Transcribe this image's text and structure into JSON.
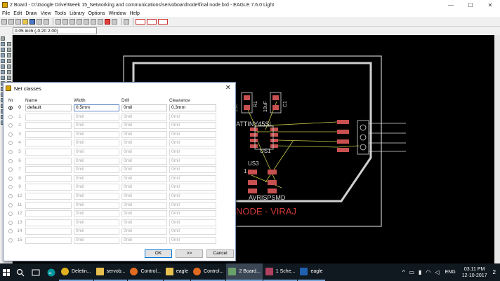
{
  "window": {
    "title": "2 Board - D:\\Google Drive\\Week 15_Networking and communications\\servoboardnode\\final node.brd - EAGLE 7.6.0 Light",
    "minimize": "—",
    "maximize": "☐",
    "close": "✕"
  },
  "menu": [
    "File",
    "Edit",
    "Draw",
    "View",
    "Tools",
    "Library",
    "Options",
    "Window",
    "Help"
  ],
  "coordinate_readout": "0.05 inch (-0.20 2.00)",
  "board": {
    "labels": {
      "r1_val": "10k",
      "r1": "R1",
      "c1_val": "10uF",
      "c1": "C1",
      "attiny": "ATTINY45SI",
      "us1": "US1",
      "us3": "US3",
      "pin1": "1",
      "avrisp": "AVRISPSMD",
      "board_text": "NODE - VIRAJ"
    }
  },
  "dialog": {
    "title": "Net classes",
    "close": "✕",
    "columns": {
      "nr": "Nr",
      "name": "Name",
      "width": "Width",
      "drill": "Drill",
      "clearance": "Clearance"
    },
    "rows": [
      {
        "nr": "0",
        "name": "default",
        "width": "0.5mm",
        "drill": "0mil",
        "clearance": "0.3mm"
      },
      {
        "nr": "1",
        "name": "",
        "width": "0mil",
        "drill": "0mil",
        "clearance": "0mil"
      },
      {
        "nr": "2",
        "name": "",
        "width": "0mil",
        "drill": "0mil",
        "clearance": "0mil"
      },
      {
        "nr": "3",
        "name": "",
        "width": "0mil",
        "drill": "0mil",
        "clearance": "0mil"
      },
      {
        "nr": "4",
        "name": "",
        "width": "0mil",
        "drill": "0mil",
        "clearance": "0mil"
      },
      {
        "nr": "5",
        "name": "",
        "width": "0mil",
        "drill": "0mil",
        "clearance": "0mil"
      },
      {
        "nr": "6",
        "name": "",
        "width": "0mil",
        "drill": "0mil",
        "clearance": "0mil"
      },
      {
        "nr": "7",
        "name": "",
        "width": "0mil",
        "drill": "0mil",
        "clearance": "0mil"
      },
      {
        "nr": "8",
        "name": "",
        "width": "0mil",
        "drill": "0mil",
        "clearance": "0mil"
      },
      {
        "nr": "9",
        "name": "",
        "width": "0mil",
        "drill": "0mil",
        "clearance": "0mil"
      },
      {
        "nr": "10",
        "name": "",
        "width": "0mil",
        "drill": "0mil",
        "clearance": "0mil"
      },
      {
        "nr": "11",
        "name": "",
        "width": "0mil",
        "drill": "0mil",
        "clearance": "0mil"
      },
      {
        "nr": "12",
        "name": "",
        "width": "0mil",
        "drill": "0mil",
        "clearance": "0mil"
      },
      {
        "nr": "13",
        "name": "",
        "width": "0mil",
        "drill": "0mil",
        "clearance": "0mil"
      },
      {
        "nr": "14",
        "name": "",
        "width": "0mil",
        "drill": "0mil",
        "clearance": "0mil"
      },
      {
        "nr": "15",
        "name": "",
        "width": "0mil",
        "drill": "0mil",
        "clearance": "0mil"
      }
    ],
    "selected_row": 0,
    "buttons": {
      "ok": "OK",
      "next": ">>",
      "cancel": "Cancel"
    }
  },
  "taskbar": {
    "tasks": [
      {
        "label": "Deletin...",
        "icon": "chrome-icon"
      },
      {
        "label": "servob...",
        "icon": "folder-icon"
      },
      {
        "label": "Control...",
        "icon": "firefox-icon"
      },
      {
        "label": "eagle",
        "icon": "folder-icon"
      },
      {
        "label": "Control...",
        "icon": "firefox-icon"
      },
      {
        "label": "2 Board...",
        "icon": "eagle-board-icon",
        "active": true
      },
      {
        "label": "1 Sche...",
        "icon": "eagle-schematic-icon"
      },
      {
        "label": "eagle",
        "icon": "eagle-icon"
      }
    ],
    "language": "ENG",
    "time": "03:11 PM",
    "date": "12-10-2017",
    "notification_count": "2"
  },
  "colors": {
    "board_outline": "#c8c8c8",
    "pad": "#c85050",
    "silkscreen": "#d8d8d8",
    "airwire": "#c8c84a",
    "board_text": "#d03a3a",
    "taskbar": "#101820"
  }
}
